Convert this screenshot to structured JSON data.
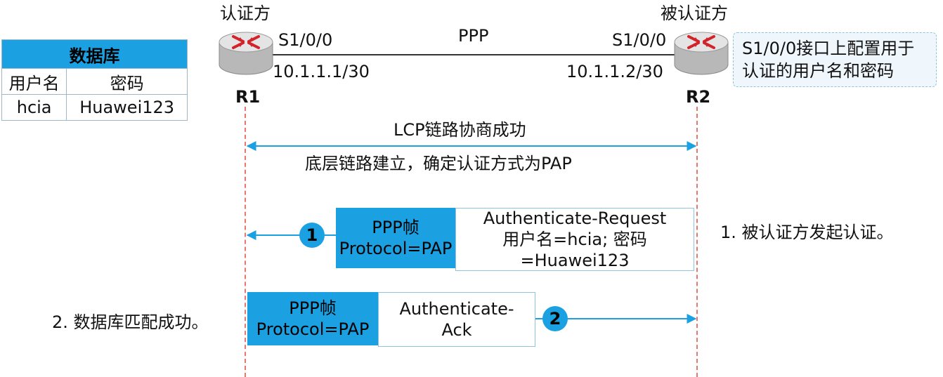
{
  "database": {
    "title": "数据库",
    "headers": [
      "用户名",
      "密码"
    ],
    "rows": [
      [
        "hcia",
        "Huawei123"
      ]
    ]
  },
  "r1": {
    "role": "认证方",
    "name": "R1",
    "interface": "S1/0/0",
    "ip": "10.1.1.1/30"
  },
  "r2": {
    "role": "被认证方",
    "name": "R2",
    "interface": "S1/0/0",
    "ip": "10.1.1.2/30"
  },
  "link": {
    "protocol": "PPP"
  },
  "note": {
    "line1": "S1/0/0接口上配置用于",
    "line2": "认证的用户名和密码"
  },
  "lcp": {
    "title": "LCP链路协商成功",
    "subtitle": "底层链路建立，确定认证方式为PAP"
  },
  "msg1": {
    "step": "1",
    "frame_line1": "PPP帧",
    "frame_line2": "Protocol=PAP",
    "body_line1": "Authenticate-Request",
    "body_line2": "用户名=hcia; 密码",
    "body_line3": "=Huawei123",
    "caption": "1. 被认证方发起认证。"
  },
  "msg2": {
    "step": "2",
    "frame_line1": "PPP帧",
    "frame_line2": "Protocol=PAP",
    "body_line1": "Authenticate-",
    "body_line2": "Ack",
    "caption": "2. 数据库匹配成功。"
  },
  "colors": {
    "accent": "#1ba1e2",
    "lifeline": "#e8776f",
    "arrow": "#1ba1e2"
  },
  "icons": {
    "router": "router-icon"
  }
}
